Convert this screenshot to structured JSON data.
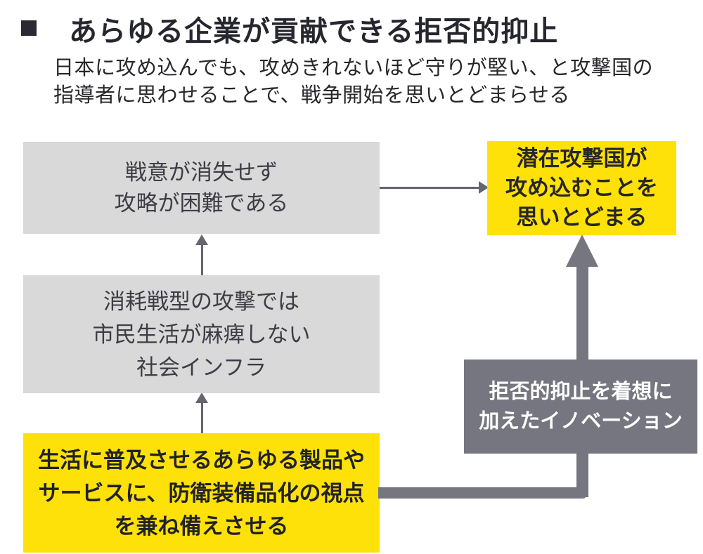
{
  "header": {
    "bullet_icon": "black-square",
    "title": "あらゆる企業が貢献できる拒否的抑止",
    "subtitle_lines": [
      "日本に攻め込んでも、攻めきれないほど守りが堅い、と攻撃国の",
      "指導者に思わせることで、戦争開始を思いとどまらせる"
    ]
  },
  "diagram": {
    "boxes": {
      "morale": {
        "lines": [
          "戦意が消失せず",
          "攻略が困難である"
        ],
        "bg": "#d9d9d9",
        "text_color": "#3d3d45",
        "bold": false
      },
      "deterred": {
        "lines": [
          "潜在攻撃国が",
          "攻め込むことを",
          "思いとどまる"
        ],
        "bg": "#ffe10a",
        "text_color": "#26262b",
        "bold": true
      },
      "infra": {
        "lines": [
          "消耗戦型の攻撃では",
          "市民生活が麻痺しない",
          "社会インフラ"
        ],
        "bg": "#d9d9d9",
        "text_color": "#3d3d45",
        "bold": false
      },
      "products": {
        "lines": [
          "生活に普及させるあらゆる製品や",
          "サービスに、防衛装備品化の視点",
          "を兼ね備えさせる"
        ],
        "bg": "#ffe10a",
        "text_color": "#222228",
        "bold": true
      },
      "innovation": {
        "lines": [
          "拒否的抑止を着想に",
          "加えたイノベーション"
        ],
        "bg": "#75767f",
        "text_color": "#ffffff",
        "bold": true
      }
    },
    "connectors": {
      "thin_arrow_color": "#646671",
      "thick_arrow_color": "#75767f",
      "flows": [
        "morale -> deterred (thin right arrow)",
        "infra -> morale (thin up arrow)",
        "products -> infra (thin up arrow)",
        "products -> deterred (thick elbow up arrow through innovation label)"
      ]
    }
  },
  "palette": {
    "background": "#ffffff",
    "yellow": "#ffe10a",
    "light_gray": "#d9d9d9",
    "mid_gray": "#75767f",
    "title_text": "#26262e",
    "body_text": "#3d3d45"
  }
}
